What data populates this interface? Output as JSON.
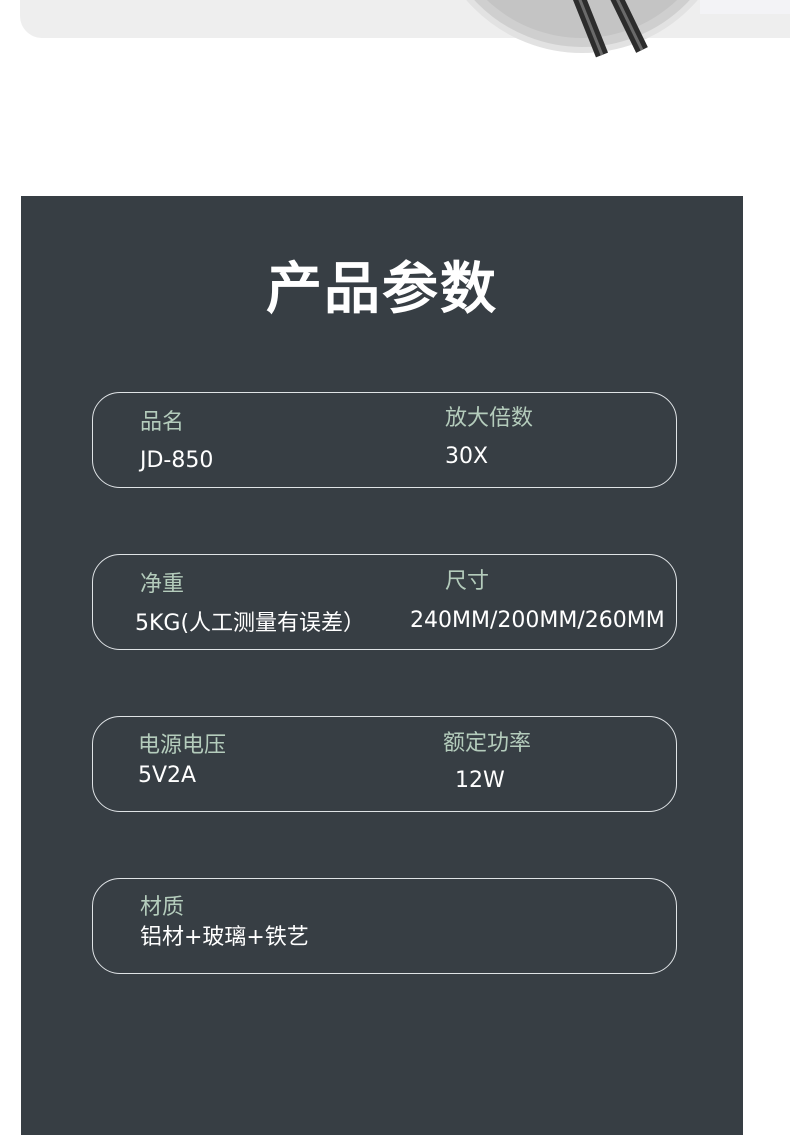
{
  "section_title": "产品参数",
  "params": [
    {
      "left": {
        "label": "品名",
        "value": "JD-850"
      },
      "right": {
        "label": "放大倍数",
        "value": "30X"
      }
    },
    {
      "left": {
        "label": "净重",
        "value": "5KG(人工测量有误差）"
      },
      "right": {
        "label": "尺寸",
        "value": "240MM/200MM/260MM"
      }
    },
    {
      "left": {
        "label": "电源电压",
        "value": "5V2A"
      },
      "right": {
        "label": "额定功率",
        "value": "12W"
      }
    },
    {
      "left": {
        "label": "材质",
        "value": "铝材+玻璃+铁艺"
      }
    }
  ],
  "colors": {
    "panel_bg": "#373e44",
    "label": "#b4ccbc",
    "value": "#ffffff",
    "border": "#dfe3e6"
  }
}
